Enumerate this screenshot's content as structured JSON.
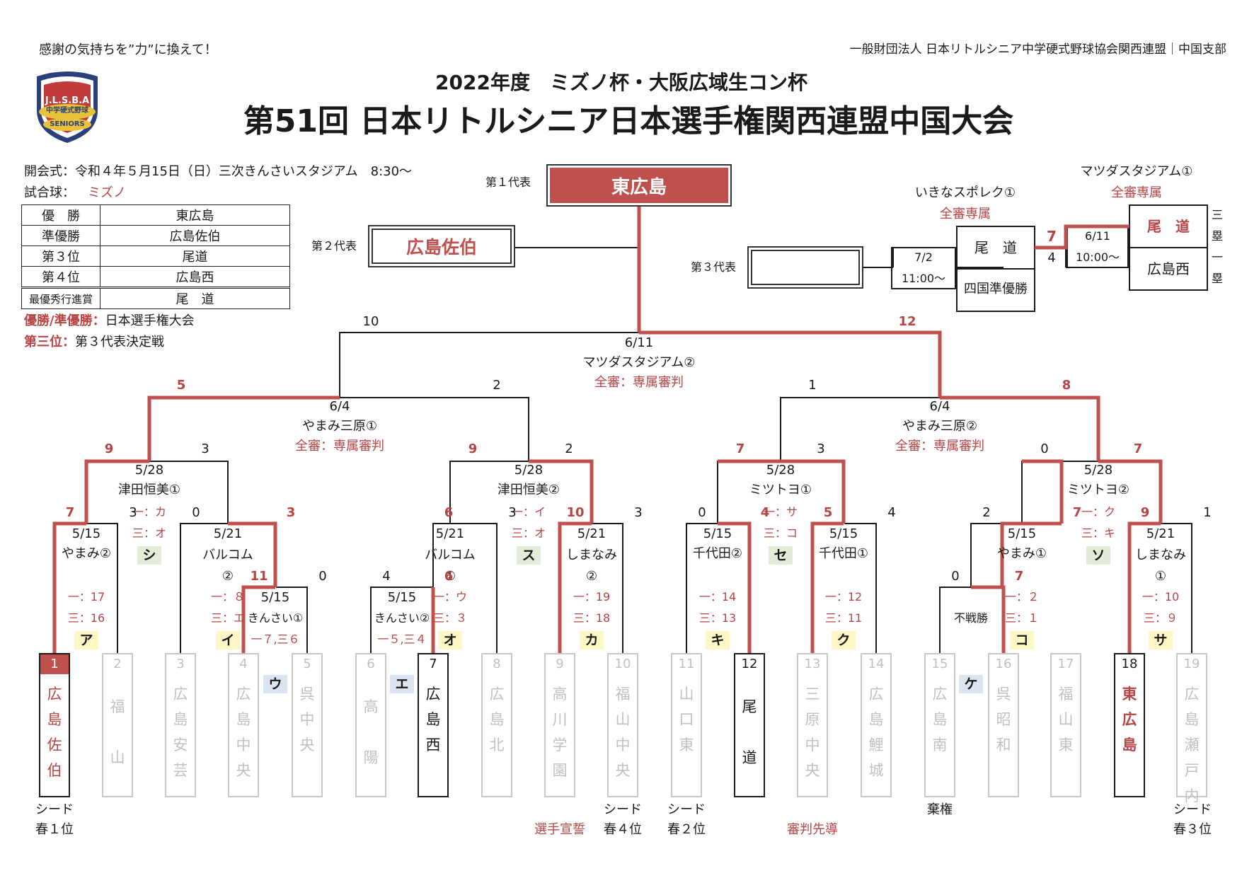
{
  "header": {
    "slogan": "感謝の気持ちを”力”に換えて！",
    "org": "一般財団法人 日本リトルシニア中学硬式野球協会関西連盟｜中国支部",
    "subtitle": "2022年度　ミズノ杯・大阪広域生コン杯",
    "title": "第51回 日本リトルシニア日本選手権関西連盟中国大会",
    "logo_text": "J.L.S.B.A",
    "logo_sub": "中学硬式野球",
    "logo_seniors": "SENIORS"
  },
  "info": {
    "opening": "開会式：令和４年５月15日（日）三次きんさいスタジアム　8:30〜",
    "ball_label": "試合球：",
    "ball": "ミズノ",
    "note1_red": "優勝/準優勝：",
    "note1": "日本選手権大会",
    "note2_red": "第三位：",
    "note2": "第３代表決定戦"
  },
  "results": [
    {
      "rank": "優　勝",
      "team": "東広島"
    },
    {
      "rank": "準優勝",
      "team": "広島佐伯"
    },
    {
      "rank": "第３位",
      "team": "尾道"
    },
    {
      "rank": "第４位",
      "team": "広島西"
    },
    {
      "rank": "最優秀行進賞",
      "team": "尾　道"
    }
  ],
  "reps": {
    "rep1_label": "第１代表",
    "rep1": "東広島",
    "rep2_label": "第２代表",
    "rep2": "広島佐伯",
    "rep3_label": "第３代表",
    "rep3": ""
  },
  "third_place": {
    "venue1": "いきなスポレク①",
    "ump1": "全審専属",
    "venue2": "マツダスタジアム①",
    "ump2": "全審専属",
    "date1": "7/2",
    "time1": "11:00〜",
    "date2": "6/11",
    "time2": "10:00〜",
    "team_a": "尾　道",
    "team_b": "四国準優勝",
    "team_c": "尾　道",
    "team_d": "広島西",
    "score_a": "7",
    "score_b": "4",
    "c1a": "三",
    "c1b": "塁",
    "c2a": "一",
    "c2b": "塁"
  },
  "final": {
    "date": "6/11",
    "venue": "マツダスタジアム②",
    "ump": "全審：専属審判",
    "score_l": "10",
    "score_r": "12"
  },
  "semis": [
    {
      "date": "6/4",
      "venue": "やまみ三原①",
      "ump": "全審：専属審判",
      "score_l": "5",
      "score_r": "2"
    },
    {
      "date": "6/4",
      "venue": "やまみ三原②",
      "ump": "全審：専属審判",
      "score_l": "1",
      "score_r": "8"
    }
  ],
  "quarters": [
    {
      "date": "5/28",
      "venue": "津田恒美①",
      "score_l": "9",
      "score_r": "3",
      "ump1": "一：カ",
      "ump3": "三：オ",
      "label": "シ"
    },
    {
      "date": "5/28",
      "venue": "津田恒美②",
      "score_l": "9",
      "score_r": "2",
      "ump1": "一：イ",
      "ump3": "三：オ",
      "label": "ス"
    },
    {
      "date": "5/28",
      "venue": "ミツトヨ①",
      "score_l": "7",
      "score_r": "3",
      "ump1": "一：サ",
      "ump3": "三：コ",
      "label": "セ"
    },
    {
      "date": "5/28",
      "venue": "ミツトヨ②",
      "score_l": "0",
      "score_r": "7",
      "ump1": "一：ク",
      "ump3": "三：キ",
      "label": "ソ"
    }
  ],
  "r2": [
    {
      "date": "5/15",
      "venue": "やまみ②",
      "score_l": "7",
      "score_r": "3",
      "ump1": "一：17",
      "ump3": "三：16",
      "label": "ア"
    },
    {
      "date": "5/21",
      "venue": "バルコム②",
      "score_l": "0",
      "score_r": "3",
      "ump1": "一：８",
      "ump3": "三：エ",
      "label": "イ"
    },
    {
      "date": "5/21",
      "venue": "バルコム①",
      "score_l": "6",
      "score_r": "3",
      "ump1": "一：ウ",
      "ump3": "三：３",
      "label": "オ"
    },
    {
      "date": "5/21",
      "venue": "しまなみ②",
      "score_l": "10",
      "score_r": "3",
      "ump1": "一：19",
      "ump3": "三：18",
      "label": "カ"
    },
    {
      "date": "5/15",
      "venue": "千代田②",
      "score_l": "0",
      "score_r": "4",
      "ump1": "一：14",
      "ump3": "三：13",
      "label": "キ"
    },
    {
      "date": "5/15",
      "venue": "千代田①",
      "score_l": "5",
      "score_r": "4",
      "ump1": "一：12",
      "ump3": "三：11",
      "label": "ク"
    },
    {
      "date": "5/15",
      "venue": "やまみ①",
      "score_l": "2",
      "score_r": "7",
      "ump1": "一：２",
      "ump3": "三：１",
      "label": "コ"
    },
    {
      "date": "5/21",
      "venue": "しまなみ①",
      "score_l": "9",
      "score_r": "1",
      "ump1": "一：10",
      "ump3": "三：９",
      "label": "サ"
    }
  ],
  "r1": [
    {
      "date": "5/15",
      "venue": "きんさい①",
      "score_l": "11",
      "score_r": "0",
      "ump": "一７,三６",
      "label": "ウ"
    },
    {
      "date": "5/15",
      "venue": "きんさい②",
      "score_l": "4",
      "score_r": "6",
      "ump": "一５,三４",
      "label": "エ"
    },
    {
      "date": "",
      "venue": "不戦勝",
      "score_l": "0",
      "score_r": "7",
      "ump": "",
      "label": "ケ"
    }
  ],
  "teams": [
    {
      "no": "1",
      "name": "広島佐伯",
      "state": "red"
    },
    {
      "no": "2",
      "name": "福山",
      "state": "grey"
    },
    {
      "no": "3",
      "name": "広島安芸",
      "state": "grey"
    },
    {
      "no": "4",
      "name": "広島中央",
      "state": "grey"
    },
    {
      "no": "5",
      "name": "呉中央",
      "state": "grey"
    },
    {
      "no": "6",
      "name": "高陽",
      "state": "grey"
    },
    {
      "no": "7",
      "name": "広島西",
      "state": "black"
    },
    {
      "no": "8",
      "name": "広島北",
      "state": "grey"
    },
    {
      "no": "9",
      "name": "高川学園",
      "state": "grey"
    },
    {
      "no": "10",
      "name": "福山中央",
      "state": "grey"
    },
    {
      "no": "11",
      "name": "山口東",
      "state": "grey"
    },
    {
      "no": "12",
      "name": "尾道",
      "state": "black"
    },
    {
      "no": "13",
      "name": "三原中央",
      "state": "grey"
    },
    {
      "no": "14",
      "name": "広島鯉城",
      "state": "grey"
    },
    {
      "no": "15",
      "name": "広島南",
      "state": "grey"
    },
    {
      "no": "16",
      "name": "呉昭和",
      "state": "grey"
    },
    {
      "no": "17",
      "name": "福山東",
      "state": "grey"
    },
    {
      "no": "18",
      "name": "東広島",
      "state": "win"
    },
    {
      "no": "19",
      "name": "広島瀬戸内",
      "state": "grey"
    }
  ],
  "notes": {
    "seed1a": "シード",
    "seed1b": "春１位",
    "seed4a": "シード",
    "seed4b": "春４位",
    "seed2a": "シード",
    "seed2b": "春２位",
    "forfeit": "棄権",
    "seed3a": "シード",
    "seed3b": "春３位",
    "oath": "選手宣誓",
    "ump_lead": "審判先導"
  },
  "colors": {
    "accent": "#c0504d",
    "text": "#1a1a1a",
    "grey": "#c8c8c8"
  }
}
